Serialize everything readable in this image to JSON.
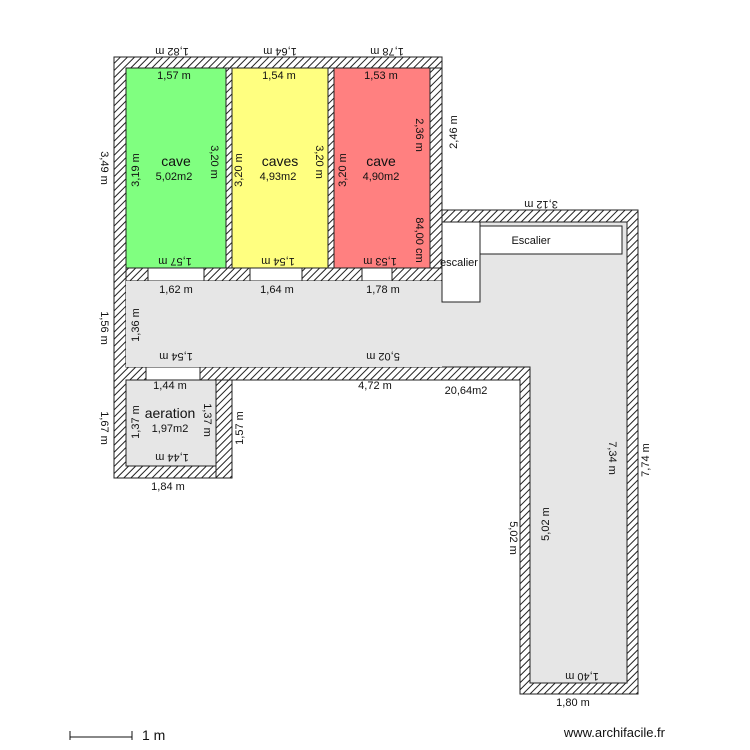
{
  "rooms": {
    "cave1": {
      "name": "cave",
      "area": "5,02m2",
      "color": "#80ff80"
    },
    "caves2": {
      "name": "caves",
      "area": "4,93m2",
      "color": "#ffff80"
    },
    "cave3": {
      "name": "cave",
      "area": "4,90m2",
      "color": "#ff8080"
    },
    "escalier": {
      "name": "Escalier"
    },
    "escalier_small": {
      "name": "escalier"
    },
    "aeration": {
      "name": "aeration",
      "area": "1,97m2"
    },
    "main": {
      "area": "20,64m2",
      "color": "#e6e6e6"
    }
  },
  "dimensions": {
    "top_182": "1,82 m",
    "top_164": "1,64 m",
    "top_178": "1,78 m",
    "in_157_top": "1,57 m",
    "in_154_top": "1,54 m",
    "in_153_top": "1,53 m",
    "left_349": "3,49 m",
    "in_319": "3,19 m",
    "in_320_a": "3,20 m",
    "in_320_b": "3,20 m",
    "in_320_c": "3,20 m",
    "in_320_d": "3,20 m",
    "in_236": "2,36 m",
    "right_246": "2,46 m",
    "in_84cm": "84,00 cm",
    "in_157_bot": "1,57 m",
    "in_154_bot": "1,54 m",
    "in_153_bot": "1,53 m",
    "corr_162": "1,62 m",
    "corr_164": "1,64 m",
    "corr_178": "1,78 m",
    "esc_312": "3,12 m",
    "left_156": "1,56 m",
    "in_136": "1,36 m",
    "in_154_corr": "1,54 m",
    "in_502_h": "5,02 m",
    "in_472": "4,72 m",
    "in_144_top": "1,44 m",
    "left_167": "1,67 m",
    "in_137_a": "1,37 m",
    "in_137_b": "1,37 m",
    "out_157": "1,57 m",
    "in_144_bot": "1,44 m",
    "bot_184": "1,84 m",
    "in_734": "7,34 m",
    "right_774": "7,74 m",
    "out_502": "5,02 m",
    "in_502_v": "5,02 m",
    "in_140": "1,40 m",
    "bot_180": "1,80 m"
  },
  "scale": {
    "label": "1 m"
  },
  "watermark": "www.archifacile.fr"
}
